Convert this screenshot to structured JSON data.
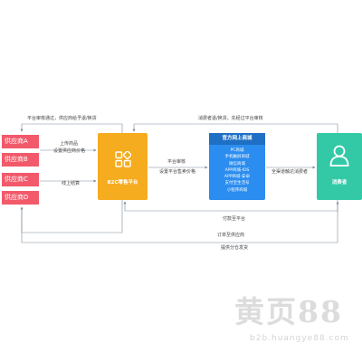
{
  "suppliers": [
    "供应商A",
    "供应商B",
    "供应商C",
    "供应商D"
  ],
  "b2c": {
    "title": "B2C零售平台",
    "icon": "grid-apps-icon"
  },
  "mall": {
    "title": "官方网上商城",
    "channels": [
      "PC商城",
      "手机触屏商城",
      "微信商城",
      "APP商城-IOS",
      "APP商城-安卓",
      "支付宝生活号",
      "小程序商城"
    ]
  },
  "consumer": {
    "title": "消费者",
    "icon": "user-icon"
  },
  "flows": {
    "top_left": "平台审核通过，供应商给予退/换货",
    "top_right": "消费者退/换货，先经过平台审核",
    "upload_line1": "上传商品",
    "upload_line2": "设置供应商价格",
    "settle": "线上结算",
    "audit": "平台审核",
    "set_price": "设置平台售卖价格",
    "channel_reach": "全渠道触达消费者",
    "pay": "付款至平台",
    "order": "订单至供应商",
    "ship": "提供分仓发货"
  },
  "watermark": {
    "text": "黄页88",
    "sub": "b2b.huangye88.com"
  },
  "colors": {
    "supplier": "#f25a6b",
    "b2c": "#f6ac1f",
    "mall": "#2b8def",
    "mall_header": "#1f6fc4",
    "consumer": "#33c9a6",
    "line": "#7a8a99"
  }
}
